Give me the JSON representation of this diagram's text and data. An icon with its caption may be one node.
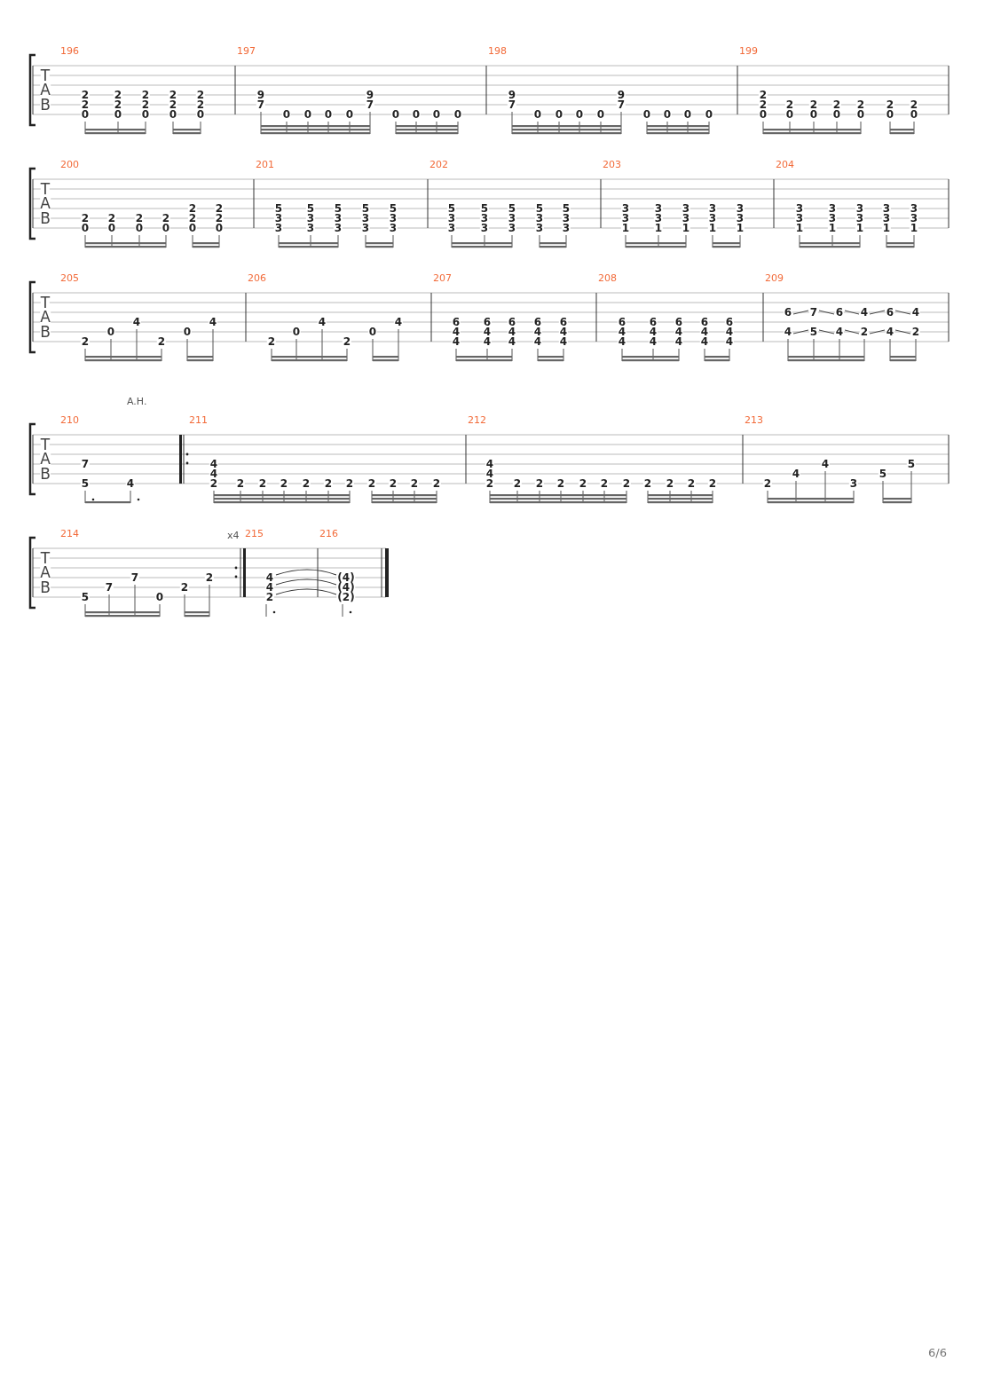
{
  "diagram": {
    "labels": [
      "T",
      "A",
      "B",
      "196",
      "2",
      "2",
      "0",
      "2",
      "2",
      "0",
      "2",
      "2",
      "0",
      "2",
      "2",
      "0",
      "2",
      "2",
      "0",
      "197",
      "9",
      "7",
      "0",
      "0",
      "0",
      "0",
      "9",
      "7",
      "0",
      "0",
      "0",
      "0",
      "198",
      "9",
      "7",
      "0",
      "0",
      "0",
      "0",
      "9",
      "7",
      "0",
      "0",
      "0",
      "0",
      "199",
      "2",
      "2",
      "0",
      "2",
      "0",
      "2",
      "0",
      "2",
      "0",
      "2",
      "0",
      "2",
      "0",
      "2",
      "0",
      "T",
      "A",
      "B",
      "200",
      "2",
      "0",
      "2",
      "0",
      "2",
      "0",
      "2",
      "0",
      "2",
      "2",
      "0",
      "2",
      "2",
      "0",
      "201",
      "5",
      "3",
      "3",
      "5",
      "3",
      "3",
      "5",
      "3",
      "3",
      "5",
      "3",
      "3",
      "5",
      "3",
      "3",
      "202",
      "5",
      "3",
      "3",
      "5",
      "3",
      "3",
      "5",
      "3",
      "3",
      "5",
      "3",
      "3",
      "5",
      "3",
      "3",
      "203",
      "3",
      "3",
      "1",
      "3",
      "3",
      "1",
      "3",
      "3",
      "1",
      "3",
      "3",
      "1",
      "3",
      "3",
      "1",
      "204",
      "3",
      "3",
      "1",
      "3",
      "3",
      "1",
      "3",
      "3",
      "1",
      "3",
      "3",
      "1",
      "3",
      "3",
      "1",
      "T",
      "A",
      "B",
      "205",
      "2",
      "0",
      "4",
      "2",
      "0",
      "4",
      "206",
      "2",
      "0",
      "4",
      "2",
      "0",
      "4",
      "207",
      "6",
      "4",
      "4",
      "6",
      "4",
      "4",
      "6",
      "4",
      "4",
      "6",
      "4",
      "4",
      "6",
      "4",
      "4",
      "208",
      "6",
      "4",
      "4",
      "6",
      "4",
      "4",
      "6",
      "4",
      "4",
      "6",
      "4",
      "4",
      "6",
      "4",
      "4",
      "209",
      "6",
      "4",
      "7",
      "5",
      "6",
      "4",
      "4",
      "2",
      "6",
      "4",
      "4",
      "2",
      "A.H.",
      "T",
      "A",
      "B",
      "210",
      "7",
      "5",
      "4",
      "211",
      "4",
      "4",
      "2",
      "2",
      "2",
      "2",
      "2",
      "2",
      "2",
      "2",
      "2",
      "2",
      "2",
      "212",
      "4",
      "4",
      "2",
      "2",
      "2",
      "2",
      "2",
      "2",
      "2",
      "2",
      "2",
      "2",
      "2",
      "213",
      "2",
      "4",
      "4",
      "3",
      "5",
      "5",
      "T",
      "A",
      "B",
      "214",
      "5",
      "7",
      "7",
      "0",
      "2",
      "2",
      "x4",
      "215",
      "4",
      "4",
      "2",
      "216",
      "(4)",
      "(4)",
      "(2)",
      "6/6"
    ]
  }
}
